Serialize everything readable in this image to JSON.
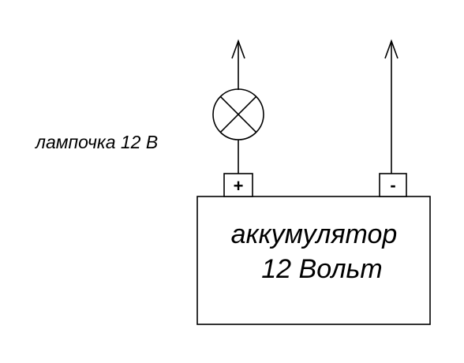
{
  "lamp_label": "лампочка 12 В",
  "battery": {
    "line1": "аккумулятор",
    "line2": "12 Вольт"
  },
  "terminals": {
    "positive": "+",
    "negative": "-"
  },
  "colors": {
    "stroke": "#000000",
    "background": "#ffffff"
  }
}
